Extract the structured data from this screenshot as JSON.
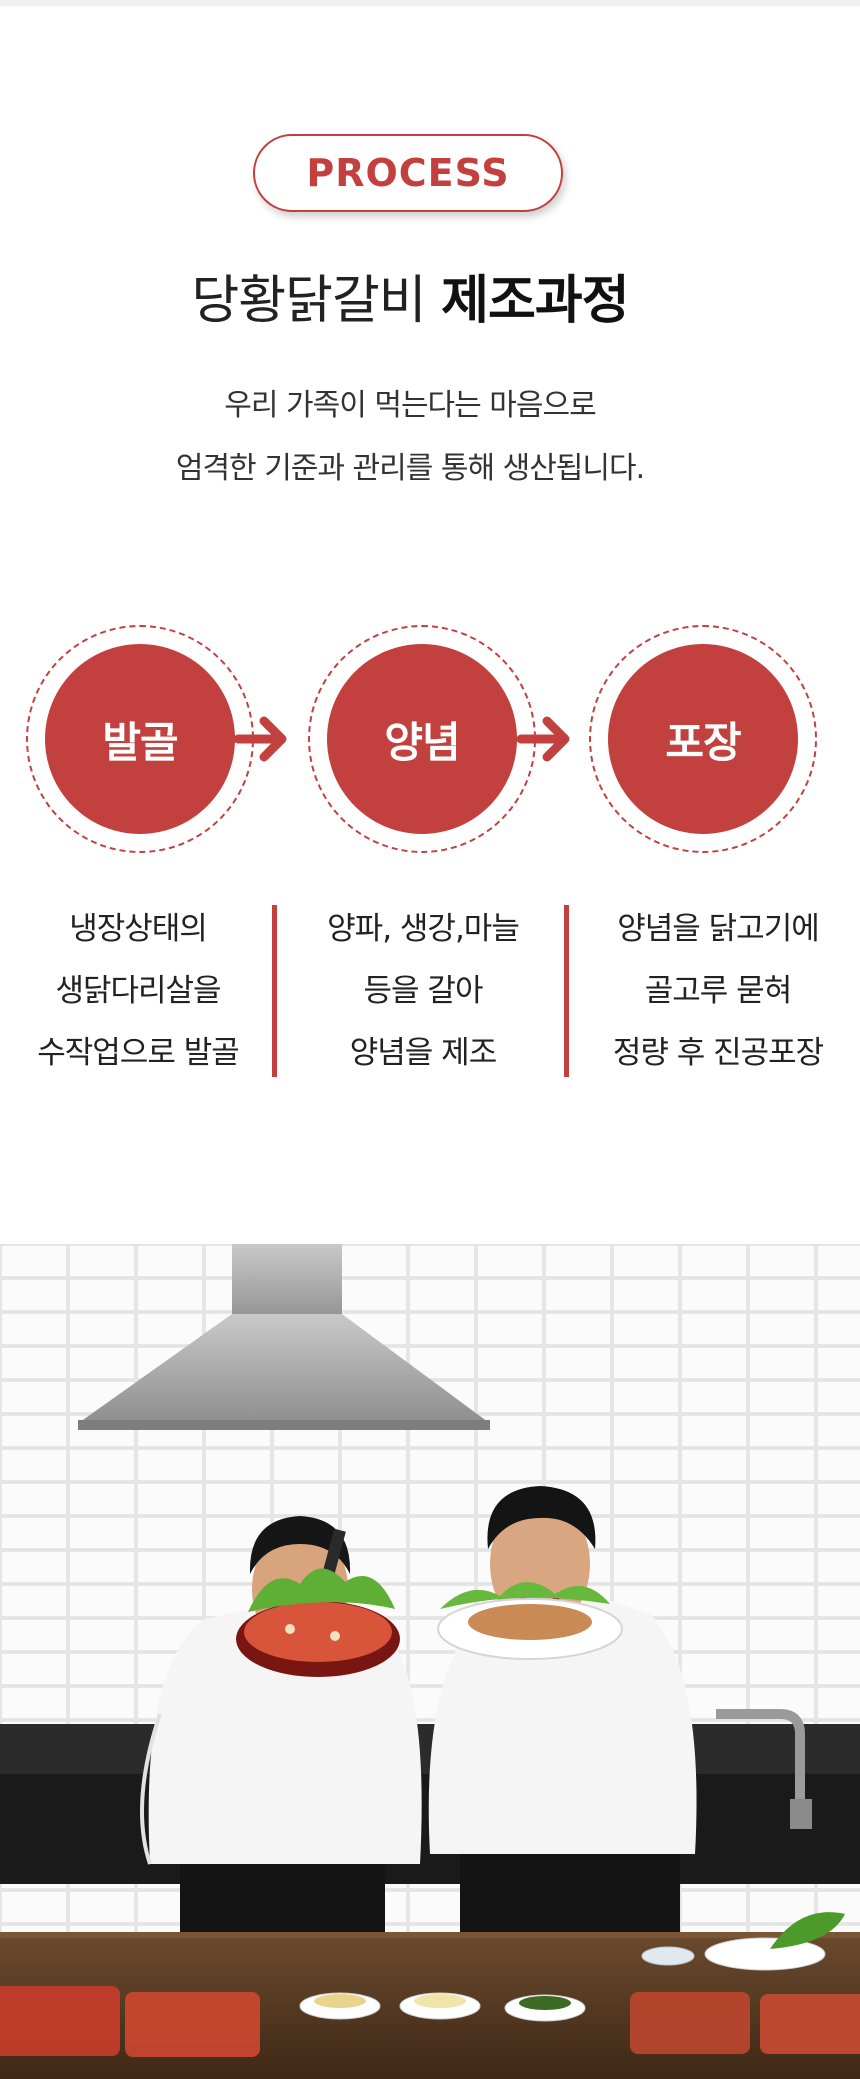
{
  "badge": {
    "label": "PROCESS"
  },
  "title": {
    "normal": "당황닭갈비 ",
    "bold": "제조과정"
  },
  "subtitle": {
    "line1": "우리 가족이 먹는다는 마음으로",
    "line2": "엄격한 기준과 관리를 통해 생산됩니다."
  },
  "steps": [
    {
      "label": "발골",
      "desc": [
        "냉장상태의",
        "생닭다리살을",
        "수작업으로 발골"
      ]
    },
    {
      "label": "양념",
      "desc": [
        "양파, 생강,마늘",
        "등을 갈아",
        "양념을 제조"
      ]
    },
    {
      "label": "포장",
      "desc": [
        "양념을 닭고기에",
        "골고루 묻혀",
        "정량 후 진공포장"
      ]
    }
  ],
  "colors": {
    "accent": "#c2413f",
    "text": "#222222"
  },
  "icons": {
    "arrow": "arrow-right-icon"
  }
}
